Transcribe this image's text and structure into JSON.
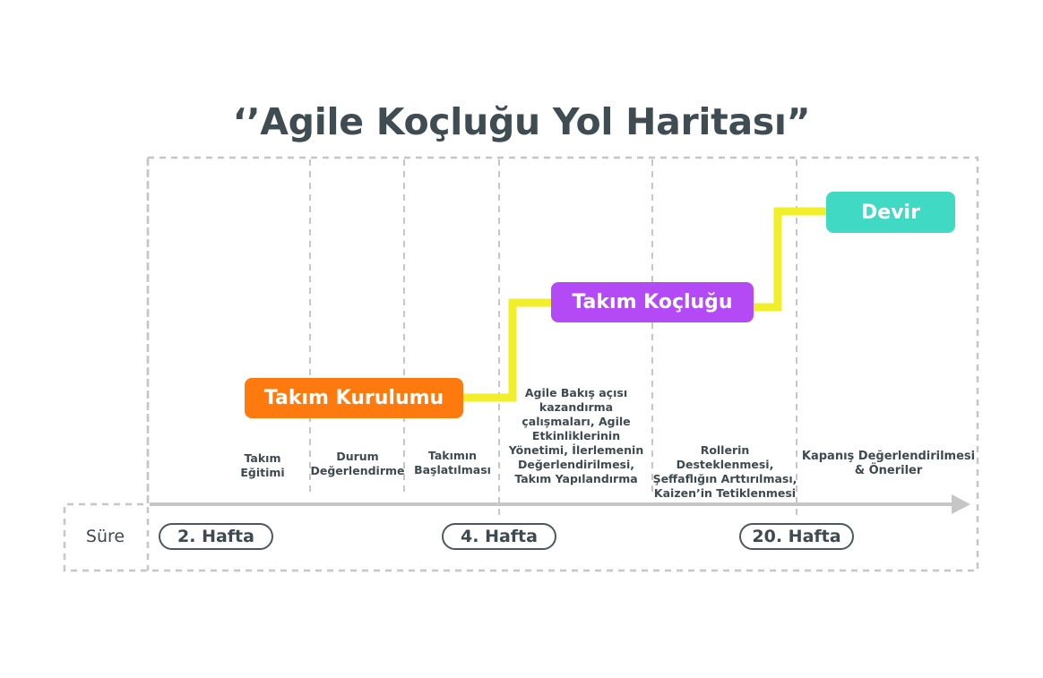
{
  "title": "‘’Agile Koçluğu Yol Haritası”",
  "steps": [
    {
      "label": "Takım Kurulumu",
      "color": "#ff7a0e"
    },
    {
      "label": "Takım Koçluğu",
      "color": "#b34af5"
    },
    {
      "label": "Devir",
      "color": "#3fd9c4"
    }
  ],
  "activities": [
    {
      "lines": [
        "Takım",
        "Eğitimi"
      ]
    },
    {
      "lines": [
        "Durum",
        "Değerlendirme"
      ]
    },
    {
      "lines": [
        "Takımın",
        "Başlatılması"
      ]
    },
    {
      "lines": [
        "Agile Bakış açısı",
        "kazandırma",
        "çalışmaları, Agile",
        "Etkinliklerinin",
        "Yönetimi, İlerlemenin",
        "Değerlendirilmesi,",
        "Takım Yapılandırma"
      ]
    },
    {
      "lines": [
        "Rollerin Desteklenmesi,",
        "Şeffaflığın Arttırılması,",
        "Kaizen’in Tetiklenmesi"
      ]
    },
    {
      "lines": [
        "Kapanış Değerlendirilmesi",
        "& Öneriler"
      ]
    }
  ],
  "timeline": {
    "label": "Süre",
    "milestones": [
      "2. Hafta",
      "4. Hafta",
      "20. Hafta"
    ]
  },
  "colors": {
    "path": "#f0ef2a",
    "dash": "#c6c6c6",
    "text": "#3e4a4f",
    "arrow": "#c6c6c6"
  }
}
